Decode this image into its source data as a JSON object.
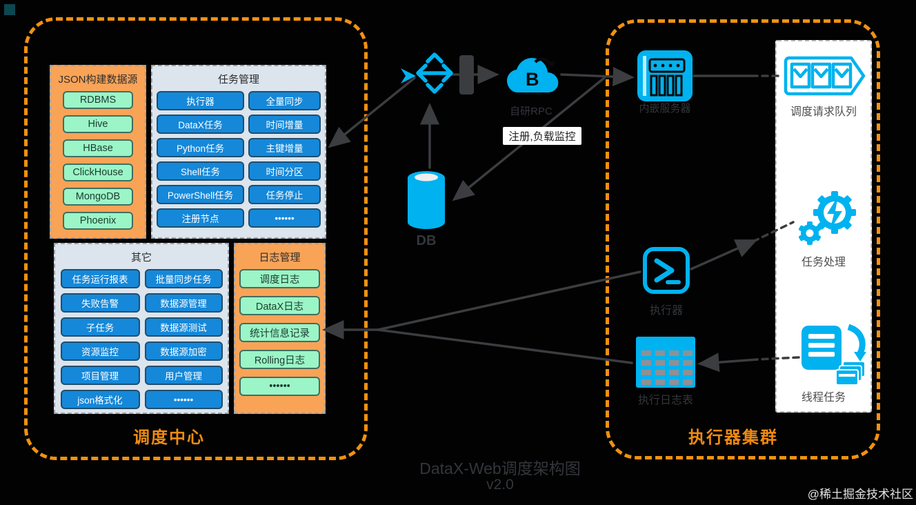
{
  "scheduler_box": {
    "label": "调度中心",
    "json_datasource_panel": {
      "title": "JSON构建数据源",
      "items": [
        "RDBMS",
        "Hive",
        "HBase",
        "ClickHouse",
        "MongoDB",
        "Phoenix"
      ]
    },
    "task_mgmt_panel": {
      "title": "任务管理",
      "col1": [
        "执行器",
        "DataX任务",
        "Python任务",
        "Shell任务",
        "PowerShell任务",
        "注册节点"
      ],
      "col2": [
        "全量同步",
        "时间增量",
        "主键增量",
        "时间分区",
        "任务停止",
        "••••••"
      ]
    },
    "other_panel": {
      "title": "其它",
      "col1": [
        "任务运行报表",
        "失败告警",
        "子任务",
        "资源监控",
        "项目管理",
        "json格式化"
      ],
      "col2": [
        "批量同步任务",
        "数据源管理",
        "数据源测试",
        "数据源加密",
        "用户管理",
        "••••••"
      ]
    },
    "log_mgmt_panel": {
      "title": "日志管理",
      "items": [
        "调度日志",
        "DataX日志",
        "统计信息记录",
        "Rolling日志",
        "••••••"
      ]
    }
  },
  "middle": {
    "cloud_label": "自研RPC",
    "db_label": "DB",
    "register_monitor_label": "注册,负载监控"
  },
  "executor_box": {
    "label": "执行器集群",
    "embedded_server_label": "内嵌服务器",
    "executor_label": "执行器",
    "log_table_label": "执行日志表",
    "queue_panel": {
      "queue_label": "调度请求队列",
      "task_label": "任务处理",
      "thread_label": "线程任务"
    }
  },
  "footer": {
    "title": "DataX-Web调度架构图",
    "version": "v2.0"
  },
  "watermark": "@稀土掘金技术社区",
  "colors": {
    "accent_orange": "#F29111",
    "cyan": "#00AEEF",
    "blue_button": "#1588D9",
    "green_button": "#9BF5C6",
    "line_gray": "#3B3D40"
  }
}
